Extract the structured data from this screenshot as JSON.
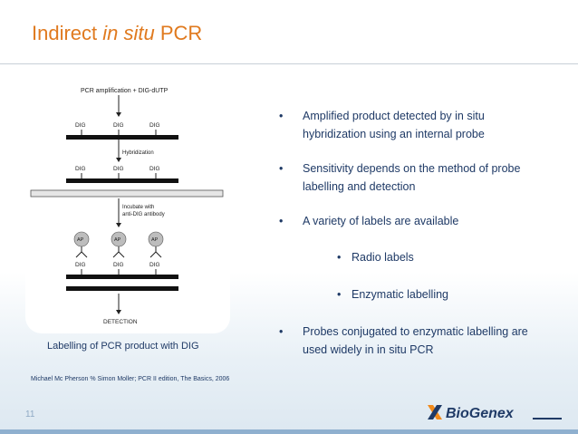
{
  "slide": {
    "title_prefix": "Indirect ",
    "title_italic": "in situ",
    "title_suffix": " PCR",
    "page_number": "11"
  },
  "diagram": {
    "top_label": "PCR amplification + DIG-dUTP",
    "dig_label": "DIG",
    "hybridization_label": "Hybridization",
    "incubate_label_line1": "Incubate with",
    "incubate_label_line2": "anti-DIG antibody",
    "ap_label": "AP",
    "detection_label": "DETECTION",
    "caption": "Labelling of PCR product with DIG"
  },
  "reference": "Michael Mc Pherson % Simon Moller; PCR II edition, The Basics, 2006",
  "bullets": [
    {
      "text": "Amplified product detected by in situ hybridization using an internal probe",
      "level": 1
    },
    {
      "text": "Sensitivity depends on the method of probe labelling and detection",
      "level": 1
    },
    {
      "text": "A variety of labels are available",
      "level": 1
    },
    {
      "text": "Radio labels",
      "level": 2
    },
    {
      "text": "Enzymatic labelling",
      "level": 2
    },
    {
      "text": "Probes conjugated to enzymatic labelling are used widely in in situ PCR",
      "level": 1
    }
  ],
  "logo": {
    "name": "BioGenex",
    "color": "#f08a1c",
    "text_color": "#1f3a66"
  },
  "colors": {
    "title": "#e07a1f",
    "text": "#1f3a66",
    "accent_bar": "#8fb0cf"
  }
}
